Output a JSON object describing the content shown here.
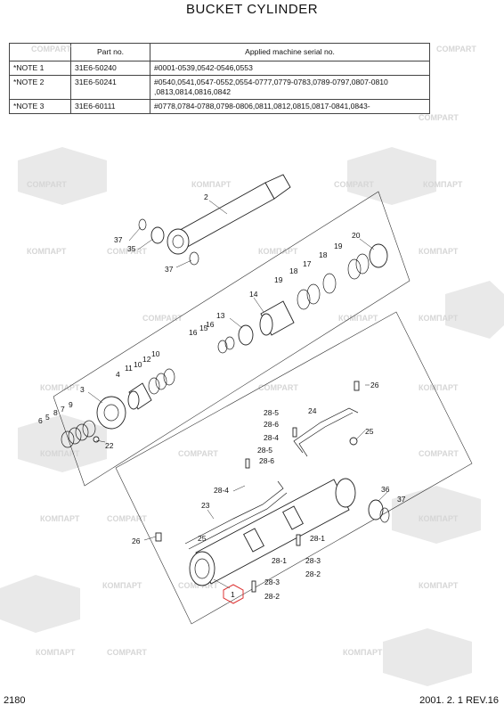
{
  "title": "BUCKET CYLINDER",
  "table": {
    "headers": [
      "",
      "Part no.",
      "Applied machine serial no."
    ],
    "rows": [
      {
        "note": "*NOTE 1",
        "part": "31E6-50240",
        "serial": "#0001-0539,0542-0546,0553"
      },
      {
        "note": "*NOTE 2",
        "part": "31E6-50241",
        "serial": "#0540,0541,0547-0552,0554-0777,0779-0783,0789-0797,0807-0810 ,0813,0814,0816,0842"
      },
      {
        "note": "*NOTE 3",
        "part": "31E6-60111",
        "serial": "#0778,0784-0788,0798-0806,0811,0812,0815,0817-0841,0843-"
      }
    ]
  },
  "watermark": {
    "word_a": "COMPART",
    "word_b": "КОМПАРТ"
  },
  "labels": {
    "l1": "1",
    "l2": "2",
    "l3": "3",
    "l4": "4",
    "l5": "5",
    "l6": "6",
    "l7": "7",
    "l8": "8",
    "l9": "9",
    "l10": "10",
    "l11": "11",
    "l12": "12",
    "l13": "13",
    "l14": "14",
    "l15": "15",
    "l16": "16",
    "l17": "17",
    "l18": "18",
    "l18b": "18",
    "l19": "19",
    "l19b": "19",
    "l20": "20",
    "l22": "22",
    "l23": "23",
    "l24": "24",
    "l25": "25",
    "l25b": "25",
    "l26": "26",
    "l26b": "26",
    "l28_1": "28-1",
    "l28_1b": "28-1",
    "l28_2": "28-2",
    "l28_2b": "28-2",
    "l28_3": "28-3",
    "l28_3b": "28-3",
    "l28_4": "28-4",
    "l28_4b": "28-4",
    "l28_5": "28-5",
    "l28_5b": "28-5",
    "l28_6": "28-6",
    "l28_6b": "28-6",
    "l35": "35",
    "l36": "36",
    "l37": "37",
    "l37b": "37",
    "l37c": "37"
  },
  "footer": {
    "page": "2180",
    "date": "2001. 2. 1 REV.16"
  }
}
